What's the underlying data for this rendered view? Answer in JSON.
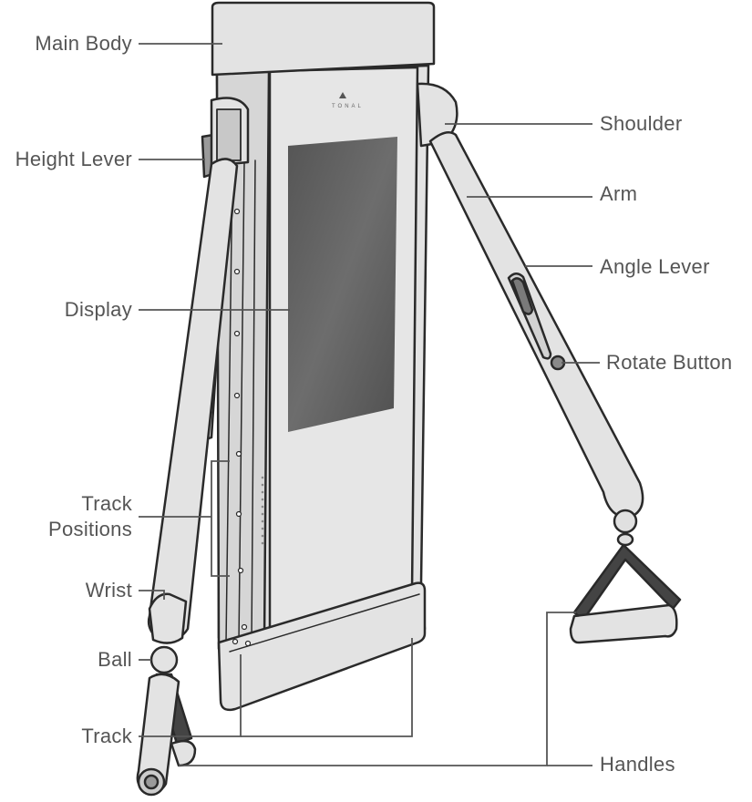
{
  "brand_text": "TONAL",
  "labels": {
    "main_body": "Main Body",
    "height_lever": "Height Lever",
    "display": "Display",
    "track_positions_line1": "Track",
    "track_positions_line2": "Positions",
    "wrist": "Wrist",
    "ball": "Ball",
    "track": "Track",
    "shoulder": "Shoulder",
    "arm": "Arm",
    "angle_lever": "Angle Lever",
    "rotate_button": "Rotate Button",
    "handles": "Handles"
  },
  "colors": {
    "body_fill": "#e3e3e3",
    "outline": "#2a2a2a",
    "display_fill": "#5f5f5f",
    "leader_line": "#555555",
    "label_text": "#555555"
  }
}
